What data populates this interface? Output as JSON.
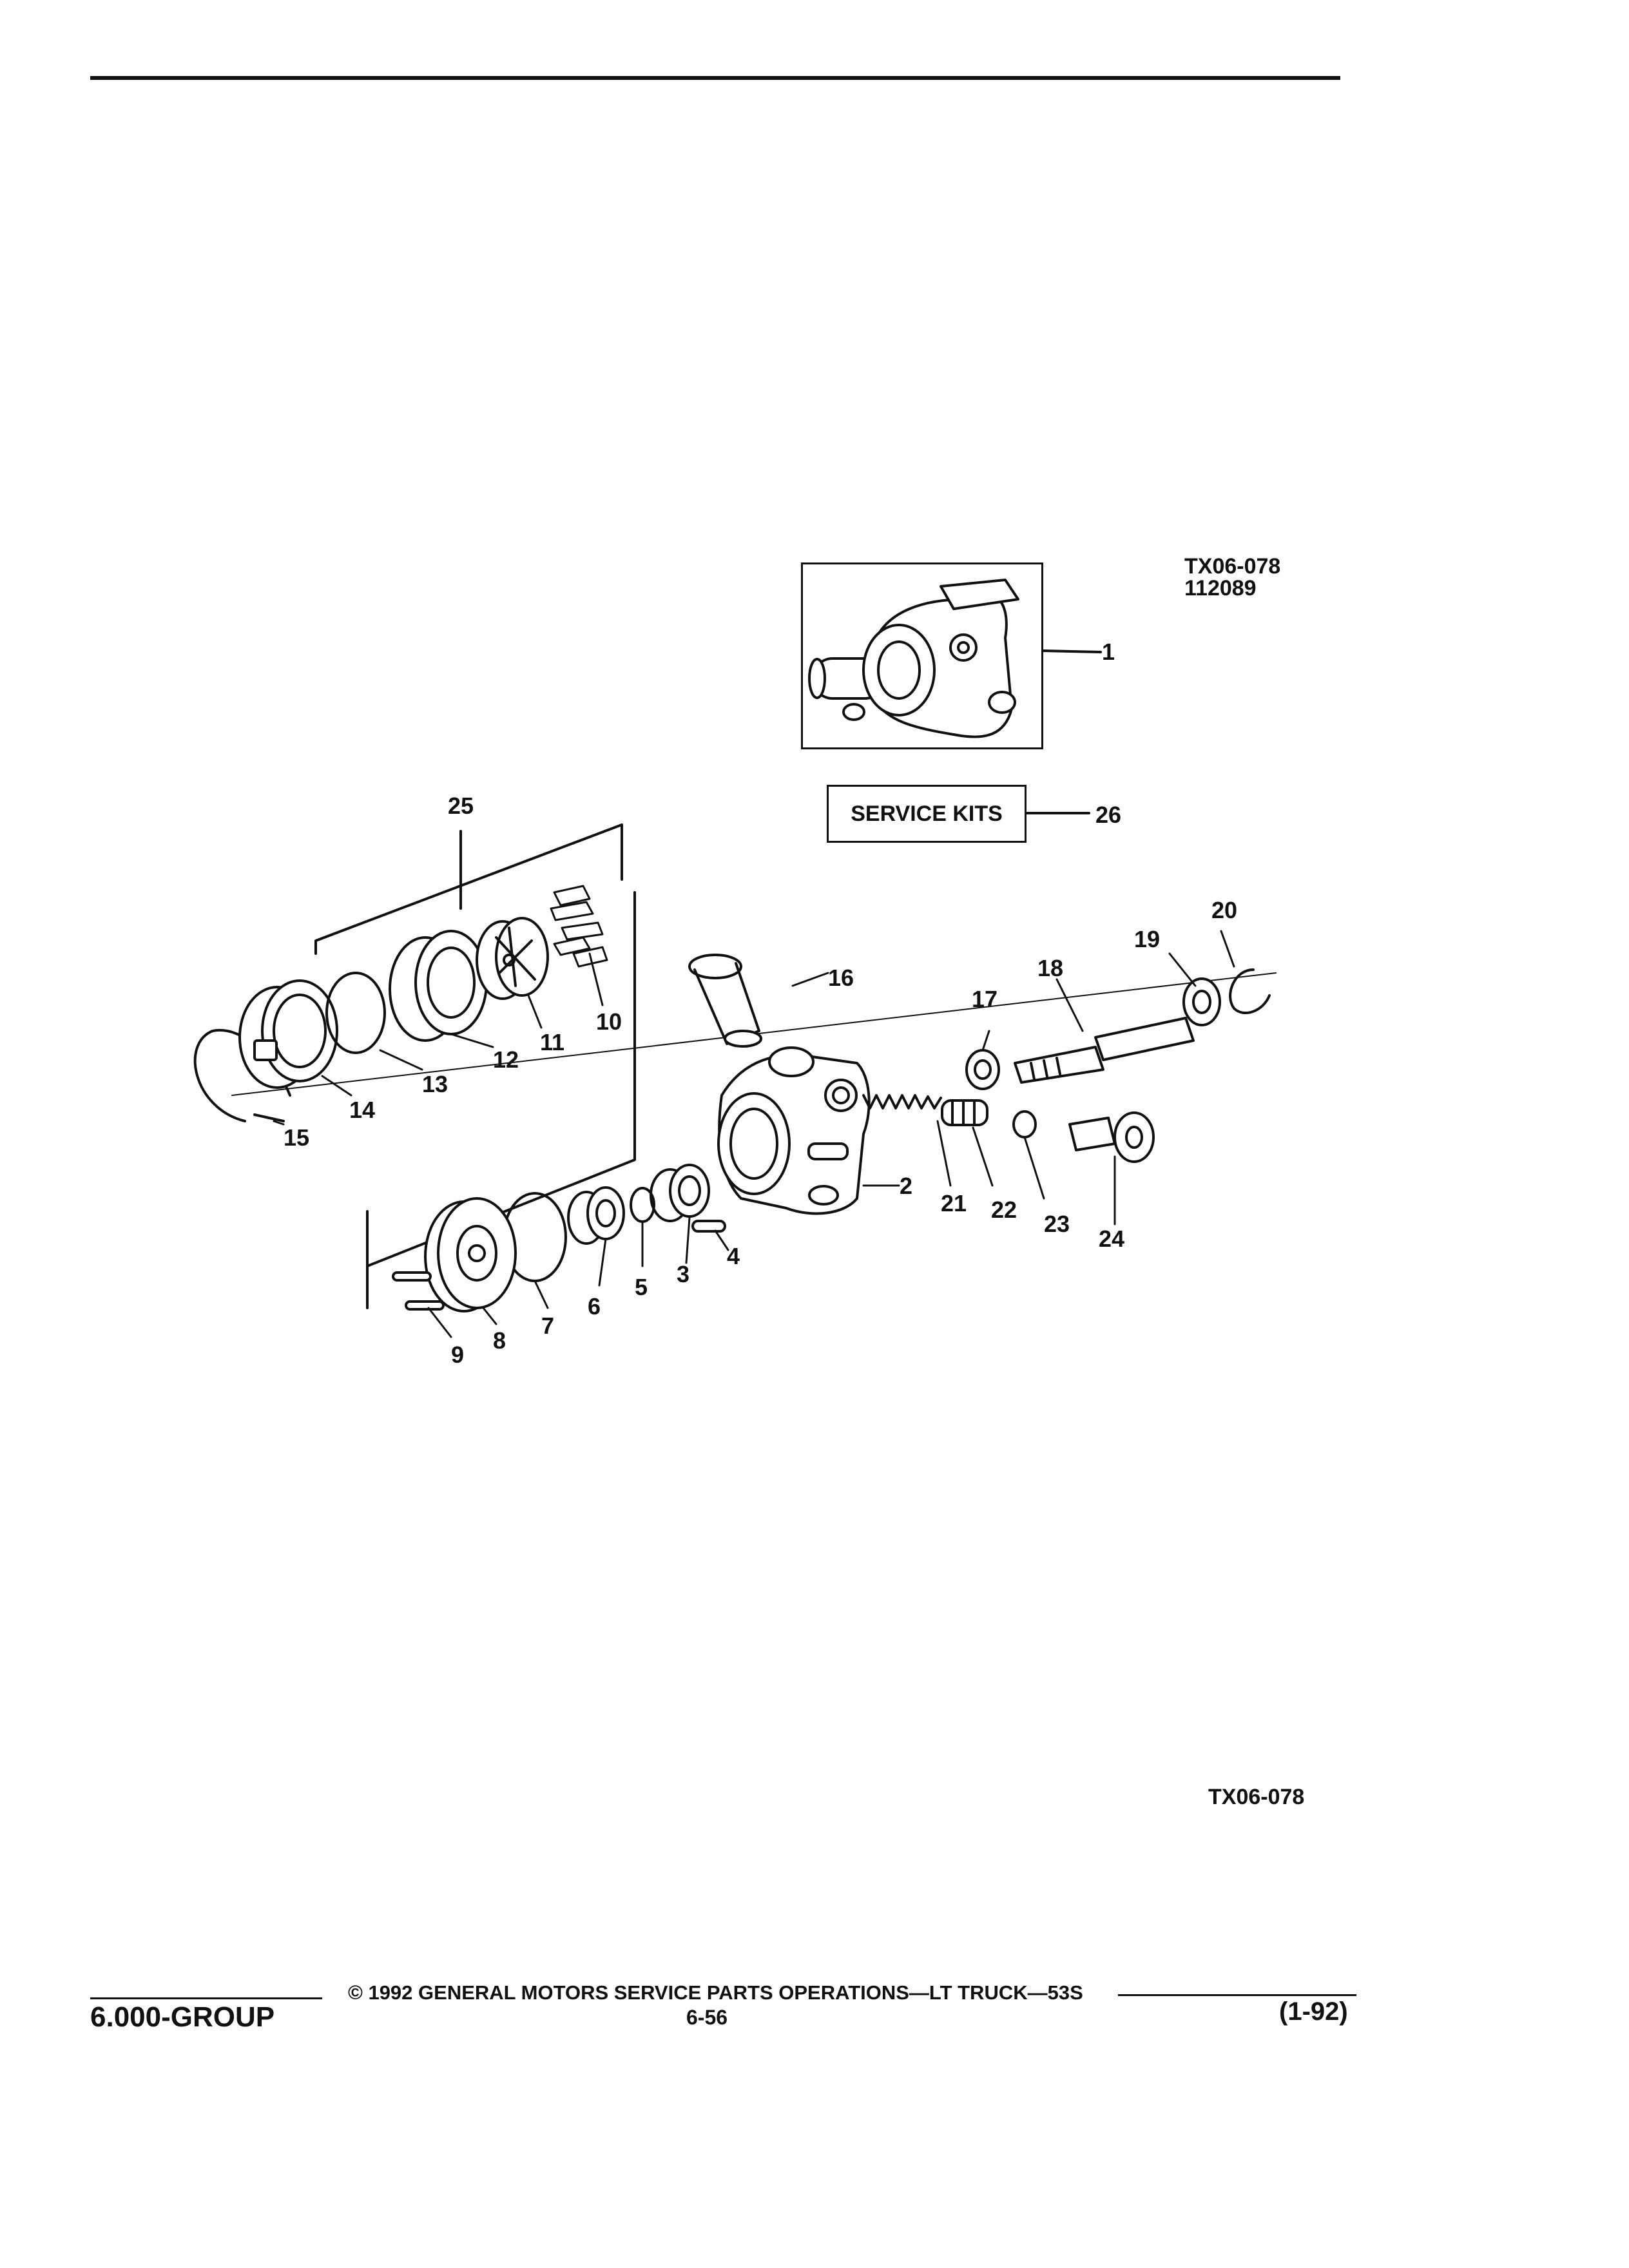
{
  "header": {
    "has_rule": true
  },
  "figure": {
    "code_top": "TX06-078",
    "code_date": "112089",
    "code_bottom": "TX06-078",
    "service_kits_label": "SERVICE KITS",
    "callouts": [
      "1",
      "2",
      "3",
      "4",
      "5",
      "6",
      "7",
      "8",
      "9",
      "10",
      "11",
      "12",
      "13",
      "14",
      "15",
      "16",
      "17",
      "18",
      "19",
      "20",
      "21",
      "22",
      "23",
      "24",
      "25",
      "26"
    ]
  },
  "footer": {
    "copyright": "© 1992 GENERAL MOTORS SERVICE PARTS OPERATIONS—LT TRUCK—53S",
    "page": "6-56",
    "group": "6.000-GROUP",
    "date": "(1-92)"
  }
}
